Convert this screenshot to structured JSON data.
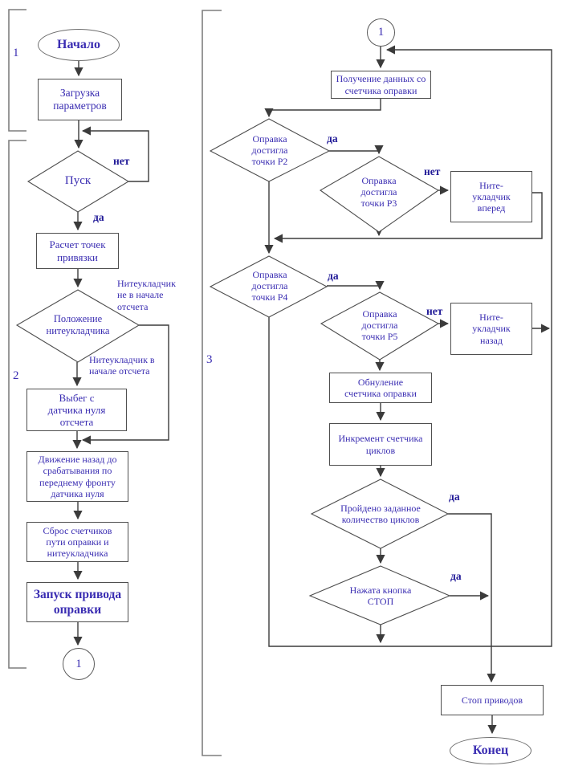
{
  "labels": {
    "yes": "да",
    "no": "нет"
  },
  "sections": {
    "one": "1",
    "two": "2",
    "three": "3"
  },
  "left": {
    "start": "Начало",
    "load_params": "Загрузка параметров",
    "run": "Пуск",
    "calc_points": "Расчет точек привязки",
    "layer_pos": "Положение нитеукладчика",
    "branch_not_origin": "Нитеукладчик не в начале отсчета",
    "branch_origin": "Нитеукладчик в начале отсчета",
    "runout": "Выбег с датчика нуля отсчета",
    "move_back": "Движение назад до срабатывания по переднему фронту датчика нуля",
    "reset_counters": "Сброс счетчиков пути оправки и нитеукладчика",
    "start_drive": "Запуск привода оправки",
    "connector": "1"
  },
  "right": {
    "connector": "1",
    "get_data": "Получение данных со счетчика оправки",
    "p2": "Оправка достигла точки Р2",
    "p3": "Оправка достигла точки Р3",
    "forward": "Ните-укладчик вперед",
    "p4": "Оправка достигла точки Р4",
    "p5": "Оправка достигла точки Р5",
    "back": "Ните-укладчик назад",
    "reset_mandrel": "Обнуление счетчика оправки",
    "increment_cycles": "Инкремент счетчика циклов",
    "cycles_done": "Пройдено заданное количество циклов",
    "stop_pressed": "Нажата кнопка СТОП",
    "stop_drives": "Стоп приводов",
    "end": "Конец"
  }
}
